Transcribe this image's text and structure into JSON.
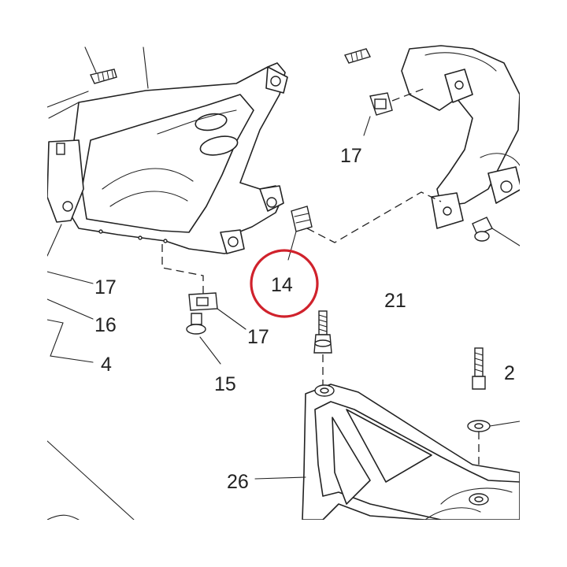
{
  "diagram": {
    "callouts": [
      {
        "id": "l17a",
        "text": "17"
      },
      {
        "id": "l17b",
        "text": "17"
      },
      {
        "id": "l16",
        "text": "16"
      },
      {
        "id": "l4",
        "text": "4"
      },
      {
        "id": "l14",
        "text": "14"
      },
      {
        "id": "l21",
        "text": "21"
      },
      {
        "id": "l17c",
        "text": "17"
      },
      {
        "id": "l15",
        "text": "15"
      },
      {
        "id": "l2",
        "text": "2"
      },
      {
        "id": "l26",
        "text": "26"
      }
    ],
    "highlight_color": "#d0222c",
    "line_color": "#222222"
  }
}
